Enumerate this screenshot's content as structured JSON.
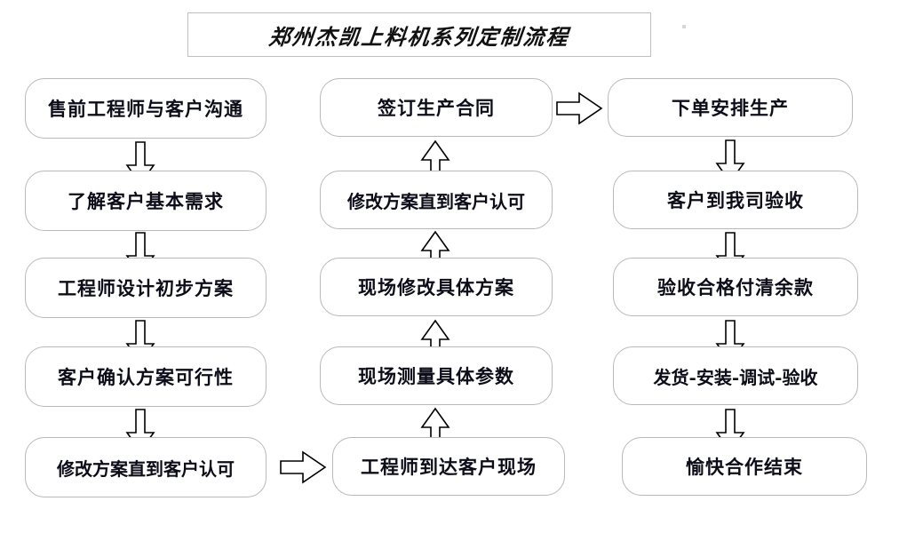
{
  "title": {
    "text": "郑州杰凯上料机系列定制流程"
  },
  "chart_data": {
    "type": "flowchart",
    "title": "郑州杰凯上料机系列定制流程",
    "columns": 3,
    "flow_direction": [
      "top-to-bottom",
      "bottom-to-top",
      "top-to-bottom"
    ],
    "nodes": [
      {
        "id": "c1n1",
        "column": 1,
        "order": 1,
        "label": "售前工程师与客户沟通"
      },
      {
        "id": "c1n2",
        "column": 1,
        "order": 2,
        "label": "了解客户基本需求"
      },
      {
        "id": "c1n3",
        "column": 1,
        "order": 3,
        "label": "工程师设计初步方案"
      },
      {
        "id": "c1n4",
        "column": 1,
        "order": 4,
        "label": "客户确认方案可行性"
      },
      {
        "id": "c1n5",
        "column": 1,
        "order": 5,
        "label": "修改方案直到客户认可"
      },
      {
        "id": "c2n1",
        "column": 2,
        "order": 1,
        "label": "签订生产合同"
      },
      {
        "id": "c2n2",
        "column": 2,
        "order": 2,
        "label": "修改方案直到客户认可"
      },
      {
        "id": "c2n3",
        "column": 2,
        "order": 3,
        "label": "现场修改具体方案"
      },
      {
        "id": "c2n4",
        "column": 2,
        "order": 4,
        "label": "现场测量具体参数"
      },
      {
        "id": "c2n5",
        "column": 2,
        "order": 5,
        "label": "工程师到达客户现场"
      },
      {
        "id": "c3n1",
        "column": 3,
        "order": 1,
        "label": "下单安排生产"
      },
      {
        "id": "c3n2",
        "column": 3,
        "order": 2,
        "label": "客户到我司验收"
      },
      {
        "id": "c3n3",
        "column": 3,
        "order": 3,
        "label": "验收合格付清余款"
      },
      {
        "id": "c3n4",
        "column": 3,
        "order": 4,
        "label": "发货-安装-调试-验收"
      },
      {
        "id": "c3n5",
        "column": 3,
        "order": 5,
        "label": "愉快合作结束"
      }
    ],
    "edges": [
      {
        "from": "c1n1",
        "to": "c1n2",
        "direction": "down"
      },
      {
        "from": "c1n2",
        "to": "c1n3",
        "direction": "down"
      },
      {
        "from": "c1n3",
        "to": "c1n4",
        "direction": "down"
      },
      {
        "from": "c1n4",
        "to": "c1n5",
        "direction": "down"
      },
      {
        "from": "c1n5",
        "to": "c2n5",
        "direction": "right"
      },
      {
        "from": "c2n5",
        "to": "c2n4",
        "direction": "up"
      },
      {
        "from": "c2n4",
        "to": "c2n3",
        "direction": "up"
      },
      {
        "from": "c2n3",
        "to": "c2n2",
        "direction": "up"
      },
      {
        "from": "c2n2",
        "to": "c2n1",
        "direction": "up"
      },
      {
        "from": "c2n1",
        "to": "c3n1",
        "direction": "right"
      },
      {
        "from": "c3n1",
        "to": "c3n2",
        "direction": "down"
      },
      {
        "from": "c3n2",
        "to": "c3n3",
        "direction": "down"
      },
      {
        "from": "c3n3",
        "to": "c3n4",
        "direction": "down"
      },
      {
        "from": "c3n4",
        "to": "c3n5",
        "direction": "down"
      }
    ],
    "colors": {
      "background": "#ffffff",
      "node_border": "#b9b9b9",
      "node_fill": "#ffffff",
      "arrow_stroke": "#000000",
      "arrow_fill": "#ffffff",
      "text": "#0d0d1a",
      "title_border": "#bfbfbf"
    }
  },
  "columns": {
    "col1": {
      "n1": "售前工程师与客户沟通",
      "n2": "了解客户基本需求",
      "n3": "工程师设计初步方案",
      "n4": "客户确认方案可行性",
      "n5": "修改方案直到客户认可"
    },
    "col2": {
      "n1": "签订生产合同",
      "n2": "修改方案直到客户认可",
      "n3": "现场修改具体方案",
      "n4": "现场测量具体参数",
      "n5": "工程师到达客户现场"
    },
    "col3": {
      "n1": "下单安排生产",
      "n2": "客户到我司验收",
      "n3": "验收合格付清余款",
      "n4": "发货-安装-调试-验收",
      "n5": "愉快合作结束"
    }
  }
}
